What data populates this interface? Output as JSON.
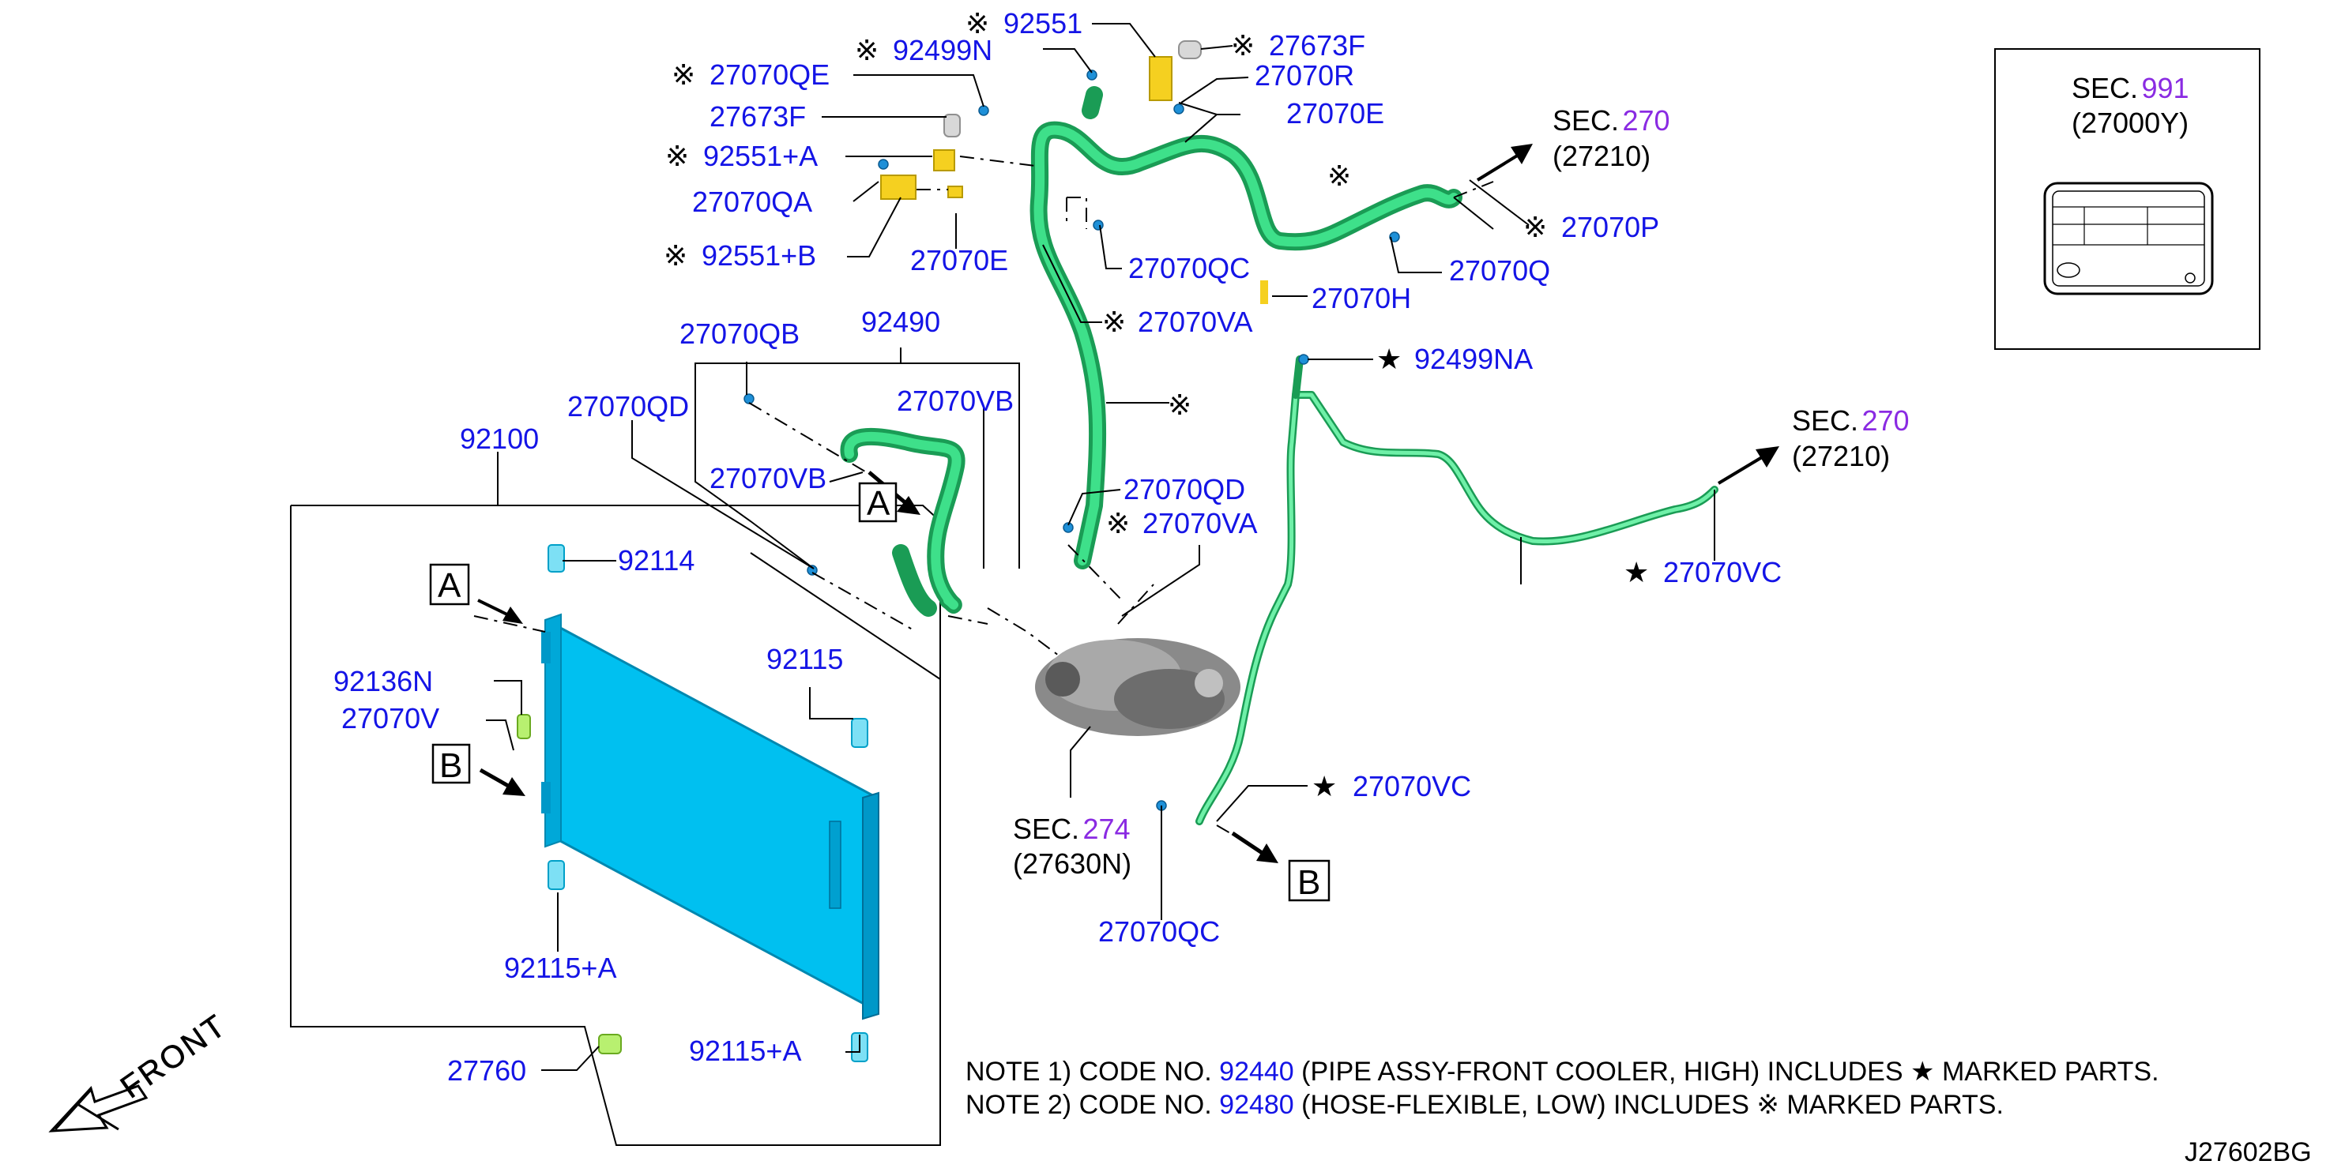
{
  "diagram_id": "J27602BG",
  "parts": {
    "p92551": "92551",
    "p27673F_a": "27673F",
    "p92499N": "92499N",
    "p27070R": "27070R",
    "p27070QE": "27070QE",
    "p27070E_a": "27070E",
    "p27673F_b": "27673F",
    "p92551A": "92551+A",
    "p27070QA": "27070QA",
    "p92551B": "92551+B",
    "p27070E_b": "27070E",
    "p27070QC_a": "27070QC",
    "p27070H": "27070H",
    "p27070VA_a": "27070VA",
    "p27070P": "27070P",
    "p27070Q": "27070Q",
    "p27070QB": "27070QB",
    "p92490": "92490",
    "p27070QD_a": "27070QD",
    "p27070VB_a": "27070VB",
    "p92100": "92100",
    "p27070VB_b": "27070VB",
    "p27070QD_b": "27070QD",
    "p27070VA_b": "27070VA",
    "p92499NA": "92499NA",
    "p27070VC_a": "27070VC",
    "p92114": "92114",
    "p92115": "92115",
    "p92136N": "92136N",
    "p27070V": "27070V",
    "p27070VC_b": "27070VC",
    "p27070QC_b": "27070QC",
    "p92115A_a": "92115+A",
    "p27760": "27760",
    "p92115A_b": "92115+A"
  },
  "sections": {
    "sec270_a": {
      "prefix": "SEC.",
      "num": "270",
      "code": "(27210)"
    },
    "sec270_b": {
      "prefix": "SEC.",
      "num": "270",
      "code": "(27210)"
    },
    "sec274": {
      "prefix": "SEC.",
      "num": "274",
      "code": "(27630N)"
    },
    "sec991": {
      "prefix": "SEC.",
      "num": "991",
      "code": "(27000Y)"
    }
  },
  "symbols": {
    "kome": "※",
    "star": "★"
  },
  "ref_boxes": {
    "A": "A",
    "B": "B"
  },
  "front_label": "FRONT",
  "notes": [
    {
      "prefix": "NOTE 1) CODE NO.",
      "code": "92440",
      "desc": "(PIPE ASSY-FRONT COOLER, HIGH) INCLUDES",
      "mark": "★",
      "suffix": "MARKED PARTS."
    },
    {
      "prefix": "NOTE 2) CODE NO.",
      "code": "92480",
      "desc": "(HOSE-FLEXIBLE, LOW) INCLUDES",
      "mark": "※",
      "suffix": "MARKED PARTS."
    }
  ],
  "colors": {
    "part_label": "#1414e6",
    "section_number": "#8a2be2",
    "hose": "#1a9c55",
    "condenser": "#00c0f0",
    "bracket": "#f5d020"
  }
}
